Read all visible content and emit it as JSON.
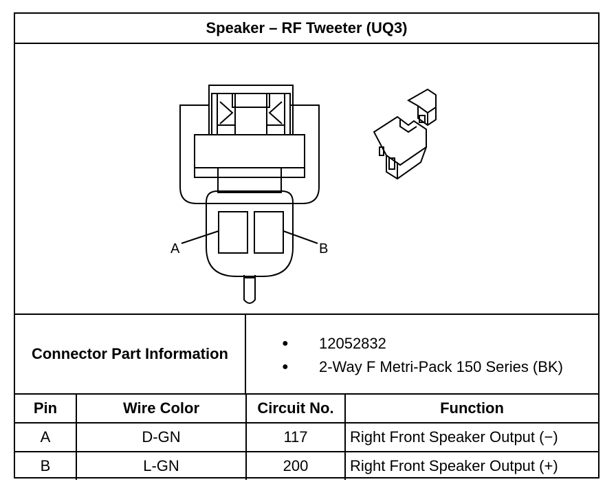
{
  "title": "Speaker – RF Tweeter (UQ3)",
  "drawing": {
    "label_a": "A",
    "label_b": "B"
  },
  "connector": {
    "label": "Connector Part Information",
    "items": [
      "12052832",
      "2-Way F Metri-Pack 150 Series (BK)"
    ]
  },
  "table": {
    "headers": [
      "Pin",
      "Wire Color",
      "Circuit No.",
      "Function"
    ],
    "rows": [
      [
        "A",
        "D-GN",
        "117",
        "Right Front Speaker Output (−)"
      ],
      [
        "B",
        "L-GN",
        "200",
        "Right Front Speaker Output (+)"
      ]
    ]
  }
}
